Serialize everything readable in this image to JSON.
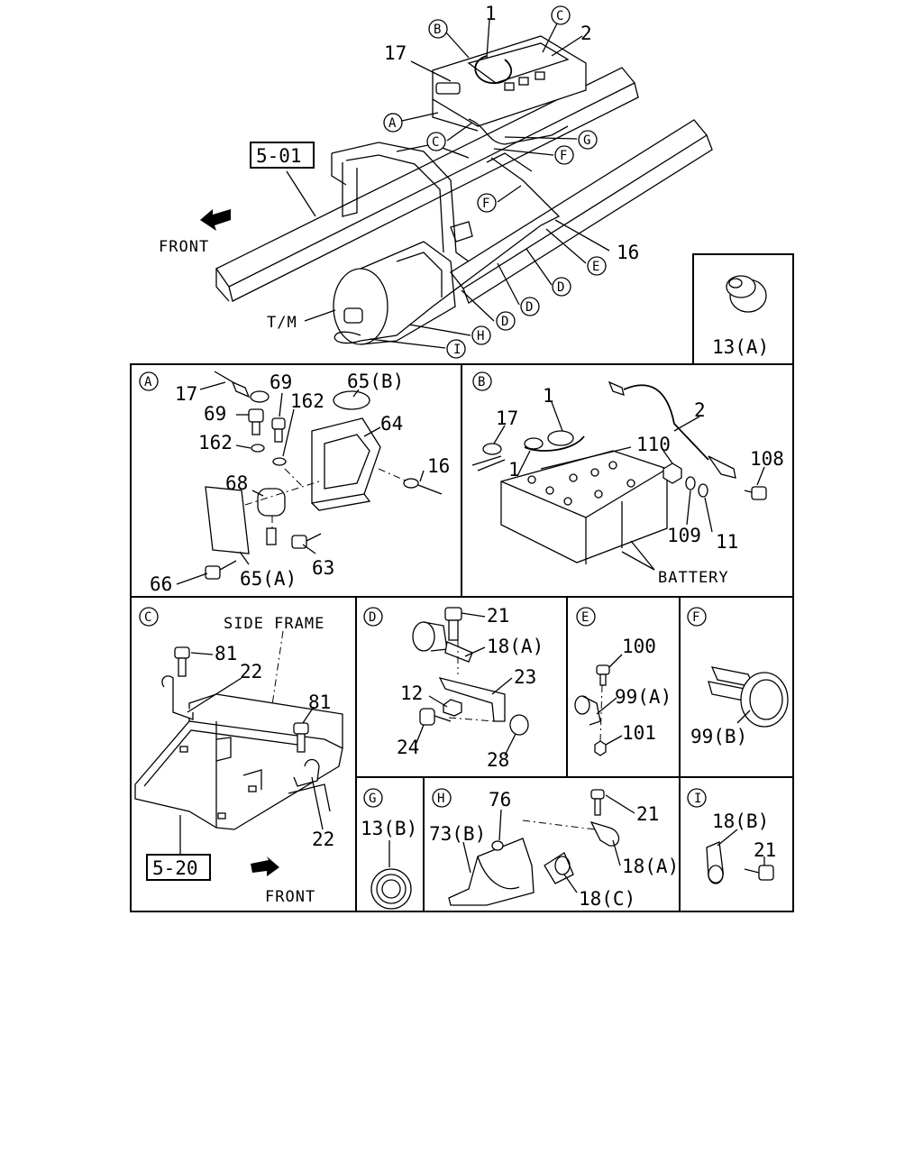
{
  "main_view": {
    "labels": {
      "n1": "1",
      "n2": "2",
      "n17": "17",
      "n16": "16",
      "ref_5_01": "5-01",
      "front": "FRONT",
      "tm": "T/M"
    },
    "callouts": {
      "B": "B",
      "C_top": "C",
      "C_mid": "C",
      "A": "A",
      "G": "G",
      "F1": "F",
      "F2": "F",
      "E": "E",
      "D1": "D",
      "D2": "D",
      "D3": "D",
      "H": "H",
      "I": "I"
    }
  },
  "panel_13a": {
    "part": "13(A)"
  },
  "panel_a": {
    "id": "A",
    "labels": [
      "17",
      "69",
      "69",
      "162",
      "162",
      "65(B)",
      "64",
      "68",
      "16",
      "63",
      "66",
      "65(A)"
    ]
  },
  "panel_b": {
    "id": "B",
    "labels": [
      "1",
      "2",
      "17",
      "1",
      "110",
      "108",
      "109",
      "11"
    ],
    "caption": "BATTERY"
  },
  "panel_c": {
    "id": "C",
    "caption": "SIDE FRAME",
    "labels": [
      "81",
      "22",
      "81",
      "22"
    ],
    "ref": "5-20",
    "front": "FRONT"
  },
  "panel_d": {
    "id": "D",
    "labels": [
      "21",
      "18(A)",
      "23",
      "12",
      "24",
      "28"
    ]
  },
  "panel_e": {
    "id": "E",
    "labels": [
      "100",
      "99(A)",
      "101"
    ]
  },
  "panel_f": {
    "id": "F",
    "labels": [
      "99(B)"
    ]
  },
  "panel_g": {
    "id": "G",
    "labels": [
      "13(B)"
    ]
  },
  "panel_h": {
    "id": "H",
    "labels": [
      "76",
      "21",
      "73(B)",
      "18(A)",
      "18(C)"
    ]
  },
  "panel_i": {
    "id": "I",
    "labels": [
      "18(B)",
      "21"
    ]
  }
}
